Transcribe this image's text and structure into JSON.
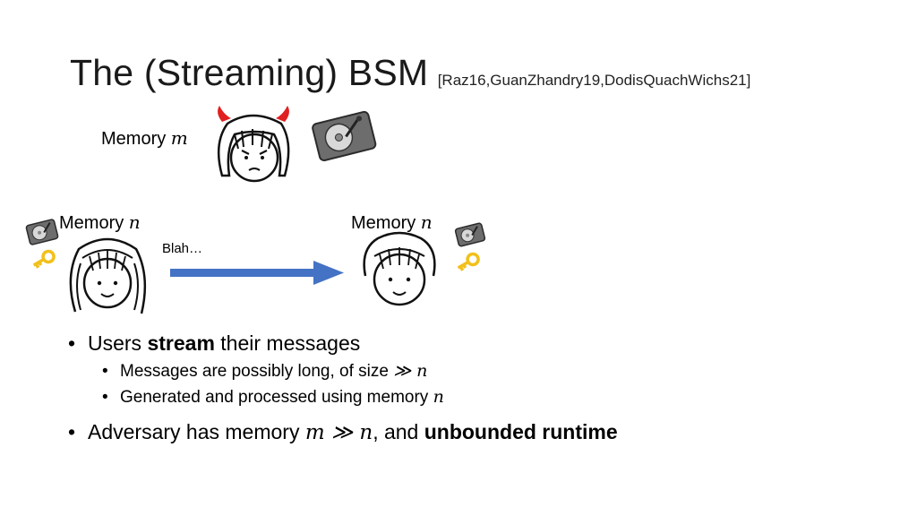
{
  "title": {
    "main": "The (Streaming) BSM",
    "citation": "[Raz16,GuanZhandry19,DodisQuachWichs21]"
  },
  "adversary": {
    "memory_label": "Memory",
    "memory_var": "m"
  },
  "sender": {
    "memory_label": "Memory",
    "memory_var": "n",
    "message": "Blah…"
  },
  "receiver": {
    "memory_label": "Memory",
    "memory_var": "n"
  },
  "bullets": {
    "b1": {
      "prefix": "Users ",
      "bold": "stream",
      "suffix": " their messages"
    },
    "b1a": {
      "text": "Messages are possibly long, of size ",
      "math": "≫ n"
    },
    "b1b": {
      "text": "Generated and processed using memory ",
      "math": "n"
    },
    "b2": {
      "prefix": "Adversary has memory ",
      "math": "m ≫ n",
      "mid": ", and ",
      "bold": "unbounded runtime"
    }
  },
  "colors": {
    "arrow": "#4472c4",
    "devil_horns": "#e02020",
    "key": "#f2c01a"
  },
  "icons": [
    "devil-face-icon",
    "hard-drive-icon",
    "girl-face-icon",
    "boy-face-icon",
    "key-icon",
    "arrow-icon"
  ]
}
